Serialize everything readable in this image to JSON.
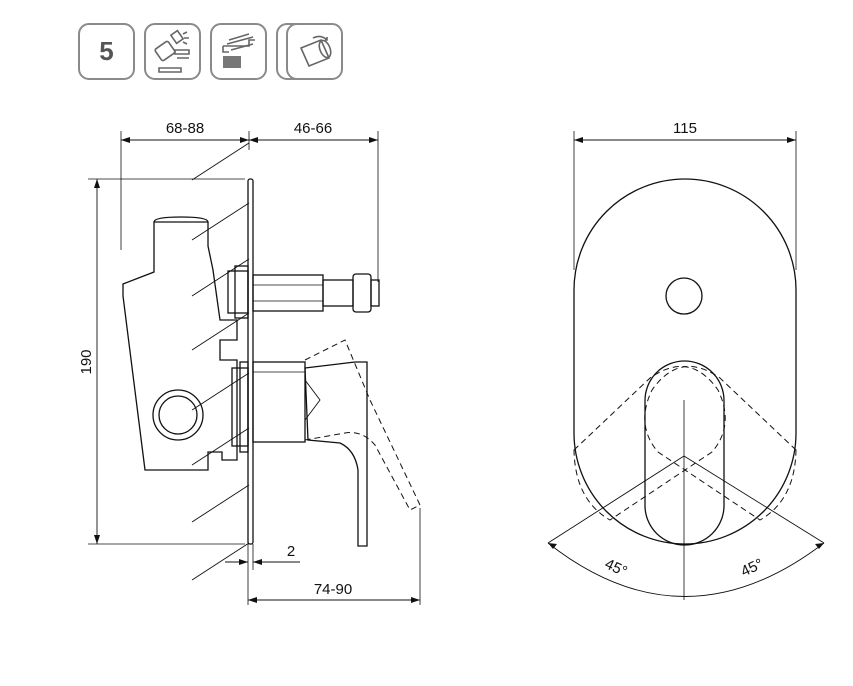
{
  "badges": {
    "number": "5",
    "icons": [
      "cleaning-spray-icon",
      "water-flow-icon",
      "lever-mixer-icon",
      "cartridge-rotate-icon"
    ]
  },
  "side_view": {
    "dim_top_left": "68-88",
    "dim_top_right": "46-66",
    "dim_height": "190",
    "dim_plate": "2",
    "dim_bottom": "74-90"
  },
  "front_view": {
    "dim_width": "115",
    "angle_left": "45°",
    "angle_right": "45°"
  }
}
